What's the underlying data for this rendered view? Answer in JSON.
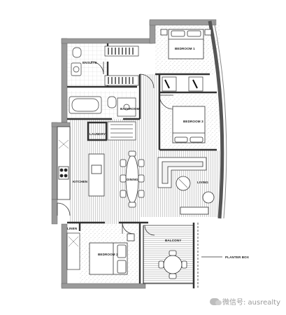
{
  "rooms": {
    "bedroom1": "BEDROOM 1",
    "ensuite": "ENSUITE",
    "bathroom": "BATHROOM",
    "bedroom3": "BEDROOM 3",
    "laundry": "LAUNDRY",
    "kitchen": "KITCHEN",
    "dining": "DINING",
    "living": "LIVING",
    "linen": "LINEN",
    "bedroom2": "BEDROOM 2",
    "balcony": "BALCONY"
  },
  "annotations": {
    "planter_box": "PLANTER BOX"
  },
  "watermark": {
    "text": "微信号: ausrealty",
    "icon": "wechat-icon"
  },
  "colors": {
    "wall": "#9a9a9a",
    "line": "#333333",
    "floor_hatch": "#c8c8c8"
  }
}
